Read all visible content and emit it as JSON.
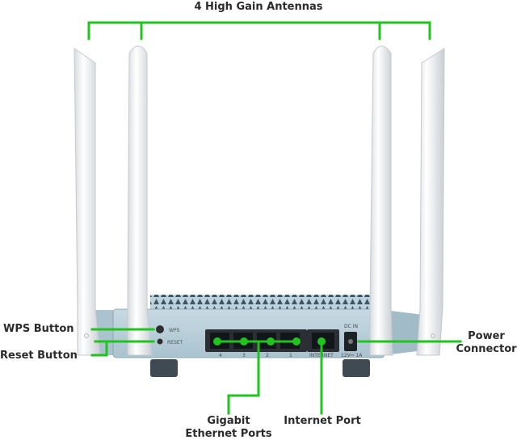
{
  "title": "4 High Gain Antennas",
  "accent_color": "#22c31f",
  "callouts": {
    "wps": "WPS Button",
    "reset": "Reset Button",
    "power": [
      "Power",
      "Connector"
    ],
    "gigabit": [
      "Gigabit",
      "Ethernet Ports"
    ],
    "internet": "Internet Port"
  },
  "panel_text": {
    "wps": "WPS",
    "reset": "RESET",
    "lan_numbers": [
      "4",
      "3",
      "2",
      "1"
    ],
    "internet": "INTERNET",
    "dc_in": "DC IN",
    "rating": "12V⎓ 1A"
  }
}
